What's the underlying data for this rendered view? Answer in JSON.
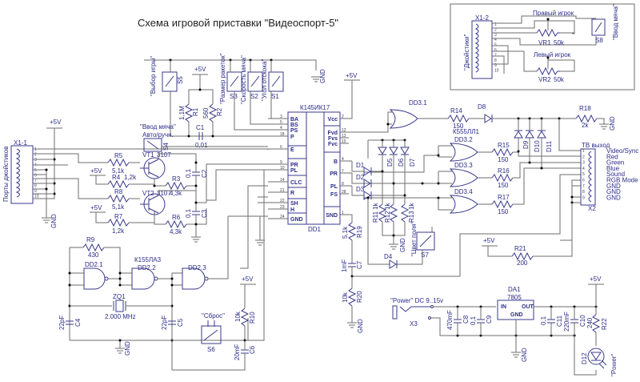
{
  "title": "Схема игровой приставки \"Видеоспорт-5\"",
  "inset": {
    "connector": "X1-2",
    "connector_label": "\"Джойстики\"",
    "pins": [
      "1",
      "2",
      "3",
      "4",
      "5",
      "6",
      "7",
      "8",
      "9",
      "10"
    ],
    "right_player": "Правый игрок",
    "left_player": "Левый игрок",
    "vr1": "VR1",
    "vr1_value": "50k",
    "vr2": "VR2",
    "vr2_value": "50k",
    "s8": "S8",
    "s8_label": "\"Ввод мяча\""
  },
  "joystick": {
    "connector": "X1-1",
    "connector_label": "Порты джойстиков",
    "pins": [
      "1",
      "2",
      "3",
      "4",
      "5",
      "6",
      "7",
      "8",
      "9",
      "10"
    ]
  },
  "power_labels": {
    "vcc": "+5V",
    "gnd": "GND"
  },
  "switches": {
    "s5": "S5",
    "s5_label": "\"Выбор игры\"",
    "s3": "S3",
    "s3_label": "\"Размер ракеток\"",
    "s2": "S2",
    "s2_label": "\"Скорость мяча\"",
    "s1": "S1",
    "s1_label": "\"Угол отскока\"",
    "s4": "S4",
    "s4_label": "\"Ввод мяча\"",
    "s4_sub": "Авто/ручн.",
    "s6": "S6",
    "s6_label": "\"Сброс\"",
    "s7": "S7",
    "s7_label": "\"Цвет поля\""
  },
  "resistors": {
    "r1": "R1",
    "r1_value": "1,1M",
    "r2": "R2",
    "r2_value": "560",
    "r3": "R3",
    "r3_value": "4,3k",
    "r4": "R4",
    "r4_value": "1,2k",
    "r5": "R5",
    "r5_value": "5,1k",
    "r6": "R6",
    "r6_value": "4,3k",
    "r7": "R7",
    "r7_value": "1,2k",
    "r8": "R8",
    "r8_value": "5,1k",
    "r9": "R9",
    "r9_value": "430",
    "r10": "R10",
    "r10_value": "10k",
    "r11": "R11",
    "r11_value": "1k",
    "r12": "R12",
    "r12_value": "1k",
    "r13": "R13",
    "r13_value": "1k",
    "r14": "R14",
    "r14_value": "150",
    "r15": "R15",
    "r15_value": "150",
    "r16": "R16",
    "r16_value": "150",
    "r17": "R17",
    "r17_value": "150",
    "r18": "R18",
    "r18_value": "2k",
    "r19": "R19",
    "r19_value": "5,1k",
    "r20": "R20",
    "r20_value": "10k",
    "r21": "R21",
    "r21_value": "200",
    "r22": "R22",
    "r22_value": "240"
  },
  "capacitors": {
    "c1": "C1",
    "c1_value": "0,01",
    "c2": "C2",
    "c2_value": "0,1",
    "c3": "C3",
    "c3_value": "0,1",
    "c4": "C4",
    "c4_value": "22pF",
    "c5": "C5",
    "c5_value": "22pF",
    "c6": "C6",
    "c6_value": "20mF",
    "c7": "C7",
    "c7_value": "1mF",
    "c8": "C8",
    "c8_value": "470mF",
    "c9": "C9",
    "c9_value": "0,1",
    "c10": "C10",
    "c10_value": "220mF",
    "c11": "C11",
    "c11_value": "0,1"
  },
  "transistors": {
    "vt1": "VT1",
    "vt1_type": "3107",
    "vt2": "VT2",
    "vt2_type": "3107"
  },
  "crystal": {
    "name": "ZQ1",
    "value": "2.000 MHz"
  },
  "dd1": {
    "name": "DD1",
    "type": "К145ИК17",
    "left_pins": [
      {
        "num": "3",
        "label": "BA"
      },
      {
        "num": "5",
        "label": "BS"
      },
      {
        "num": "4",
        "label": "PS"
      },
      {
        "num": "18",
        "label": "P"
      },
      {
        "num": "6",
        "label": "E"
      },
      {
        "num": "9",
        "label": "PR"
      },
      {
        "num": "10",
        "label": "PL"
      },
      {
        "num": "14",
        "label": "CLC"
      },
      {
        "num": "21",
        "label": "R"
      },
      {
        "num": "22",
        "label": "SH"
      },
      {
        "num": "23",
        "label": "H"
      },
      {
        "num": "24",
        "label": "GND"
      }
    ],
    "right_pins": [
      {
        "num": "2",
        "label": "Vcc"
      },
      {
        "num": "12",
        "label": "Fvd"
      },
      {
        "num": "13",
        "label": "Fvs"
      },
      {
        "num": "15",
        "label": "Fvc"
      },
      {
        "num": "4",
        "label": "B"
      },
      {
        "num": "7",
        "label": "PR"
      },
      {
        "num": "8",
        "label": "PL"
      },
      {
        "num": "28",
        "label": "FS"
      },
      {
        "num": "1",
        "label": "SND"
      }
    ]
  },
  "dd2": {
    "type": "К155ЛА3",
    "g1": "DD2.1",
    "g2": "DD2.2",
    "g3": "DD2.3"
  },
  "dd3": {
    "type": "К555ЛЛ1",
    "g1": "DD3.1",
    "g2": "DD3.2",
    "g3": "DD3.3",
    "g4": "DD3.4"
  },
  "diodes": [
    "D1",
    "D2",
    "D3",
    "D4",
    "D5",
    "D6",
    "D7",
    "D8",
    "D9",
    "D10",
    "D11",
    "D12"
  ],
  "d12_label": "\"Power\"",
  "tv_out": {
    "name": "X2",
    "label": "ТВ выход",
    "signals": [
      "Video/Sync",
      "Red",
      "Green",
      "Blue",
      "Sound",
      "RGB  Mode",
      "GND",
      "GND",
      "GND"
    ]
  },
  "power": {
    "jack": "X3",
    "jack_label": "\"Power\" DC 9..15v",
    "reg": "DA1",
    "reg_type": "7805",
    "reg_in": "IN",
    "reg_out": "OUT",
    "reg_gnd": "GND"
  }
}
